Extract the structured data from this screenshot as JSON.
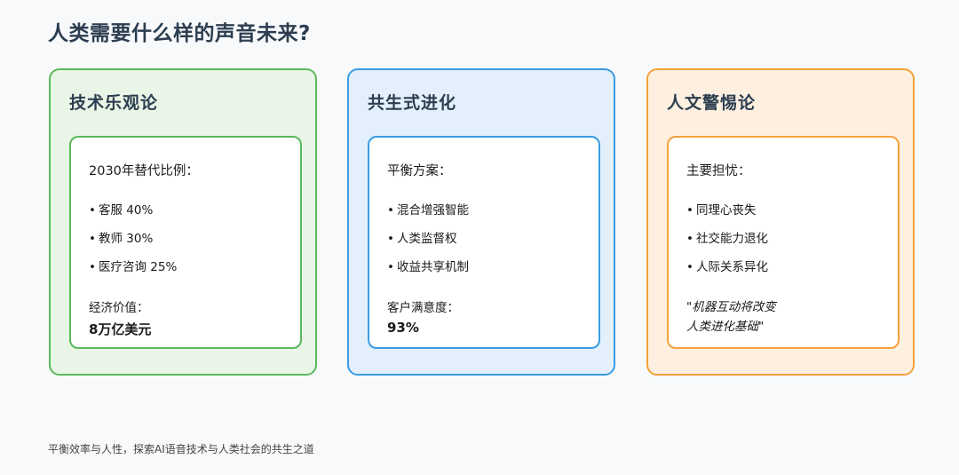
{
  "page": {
    "title": "人类需要什么样的声音未来?",
    "subtitle": "平衡效率与人性，探索AI语音技术与人类社会的共生之道"
  },
  "cards": [
    {
      "title": "技术乐观论",
      "bg": "#e9f5e6",
      "border": "#5cb85c",
      "heading": "2030年替代比例：",
      "items": [
        "客服 40%",
        "教师 30%",
        "医疗咨询 25%"
      ],
      "footer_label": "经济价值：",
      "footer_value": "8万亿美元"
    },
    {
      "title": "共生式进化",
      "bg": "#e3f0fb",
      "border": "#3a9ce3",
      "heading": "平衡方案：",
      "items": [
        "混合增强智能",
        "人类监督权",
        "收益共享机制"
      ],
      "footer_label": "客户满意度：",
      "footer_value": "93%"
    },
    {
      "title": "人文警惕论",
      "bg": "#fdf0e0",
      "border": "#f5a03a",
      "heading": "主要担忧：",
      "items": [
        "同理心丧失",
        "社交能力退化",
        "人际关系异化"
      ],
      "quote_line1": "\"机器互动将改变",
      "quote_line2": "人类进化基础\""
    }
  ],
  "bullet": "•"
}
